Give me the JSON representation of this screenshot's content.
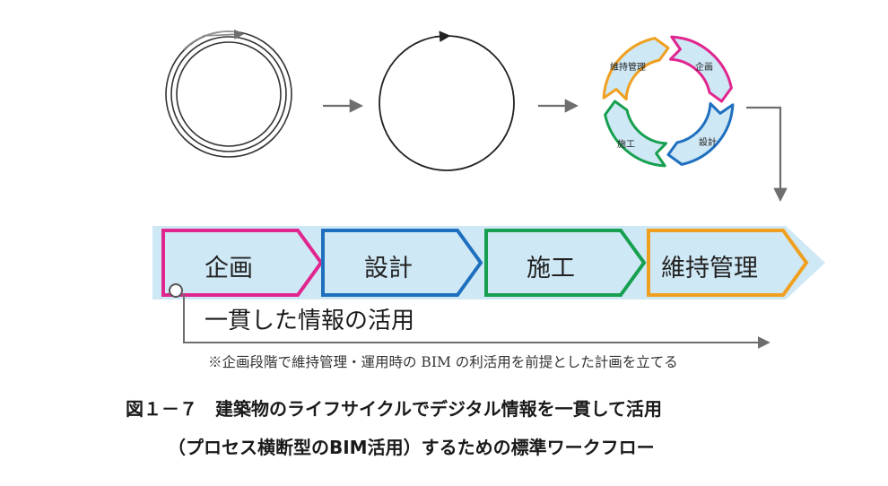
{
  "cycle": {
    "labels": [
      "企画",
      "設計",
      "施工",
      "維持管理"
    ],
    "colors": [
      "#e0258f",
      "#1f6fbf",
      "#17a050",
      "#f0a020"
    ]
  },
  "flow": {
    "stages": [
      {
        "label": "企画",
        "color": "#e0258f"
      },
      {
        "label": "設計",
        "color": "#1f6fbf"
      },
      {
        "label": "施工",
        "color": "#17a050"
      },
      {
        "label": "維持管理",
        "color": "#f0a020"
      }
    ],
    "band_color": "#cfe8f5"
  },
  "consistent_use": "一貫した情報の活用",
  "note": "※企画段階で維持管理・運用時の BIM の利活用を前提とした計画を立てる",
  "caption": {
    "line1": "図１－７　建築物のライフサイクルでデジタル情報を一貫して活用",
    "line2": "（プロセス横断型のBIM活用）するための標準ワークフロー"
  }
}
